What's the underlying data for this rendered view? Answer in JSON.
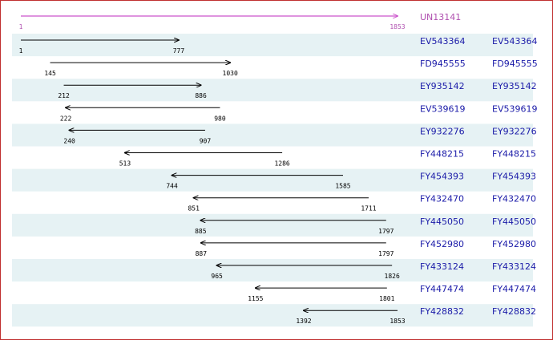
{
  "reference": {
    "id": "UN13141",
    "start": 1,
    "end": 1853,
    "color": "#cc55cc"
  },
  "rows": [
    {
      "id": "EV543364",
      "start": 1,
      "end": 777,
      "direction": "forward"
    },
    {
      "id": "FD945555",
      "start": 145,
      "end": 1030,
      "direction": "forward"
    },
    {
      "id": "EY935142",
      "start": 212,
      "end": 886,
      "direction": "forward"
    },
    {
      "id": "EV539619",
      "start": 222,
      "end": 980,
      "direction": "reverse"
    },
    {
      "id": "EY932276",
      "start": 240,
      "end": 907,
      "direction": "reverse"
    },
    {
      "id": "FY448215",
      "start": 513,
      "end": 1286,
      "direction": "reverse"
    },
    {
      "id": "FY454393",
      "start": 744,
      "end": 1585,
      "direction": "reverse"
    },
    {
      "id": "FY432470",
      "start": 851,
      "end": 1711,
      "direction": "reverse"
    },
    {
      "id": "FY445050",
      "start": 885,
      "end": 1797,
      "direction": "reverse"
    },
    {
      "id": "FY452980",
      "start": 887,
      "end": 1797,
      "direction": "reverse"
    },
    {
      "id": "FY433124",
      "start": 965,
      "end": 1826,
      "direction": "reverse"
    },
    {
      "id": "FY447474",
      "start": 1155,
      "end": 1801,
      "direction": "reverse"
    },
    {
      "id": "FY428832",
      "start": 1392,
      "end": 1853,
      "direction": "reverse"
    }
  ],
  "colors": {
    "band": "#e6f2f4",
    "link": "#1a1aa8",
    "arrow": "#000000",
    "border": "#c03030"
  }
}
